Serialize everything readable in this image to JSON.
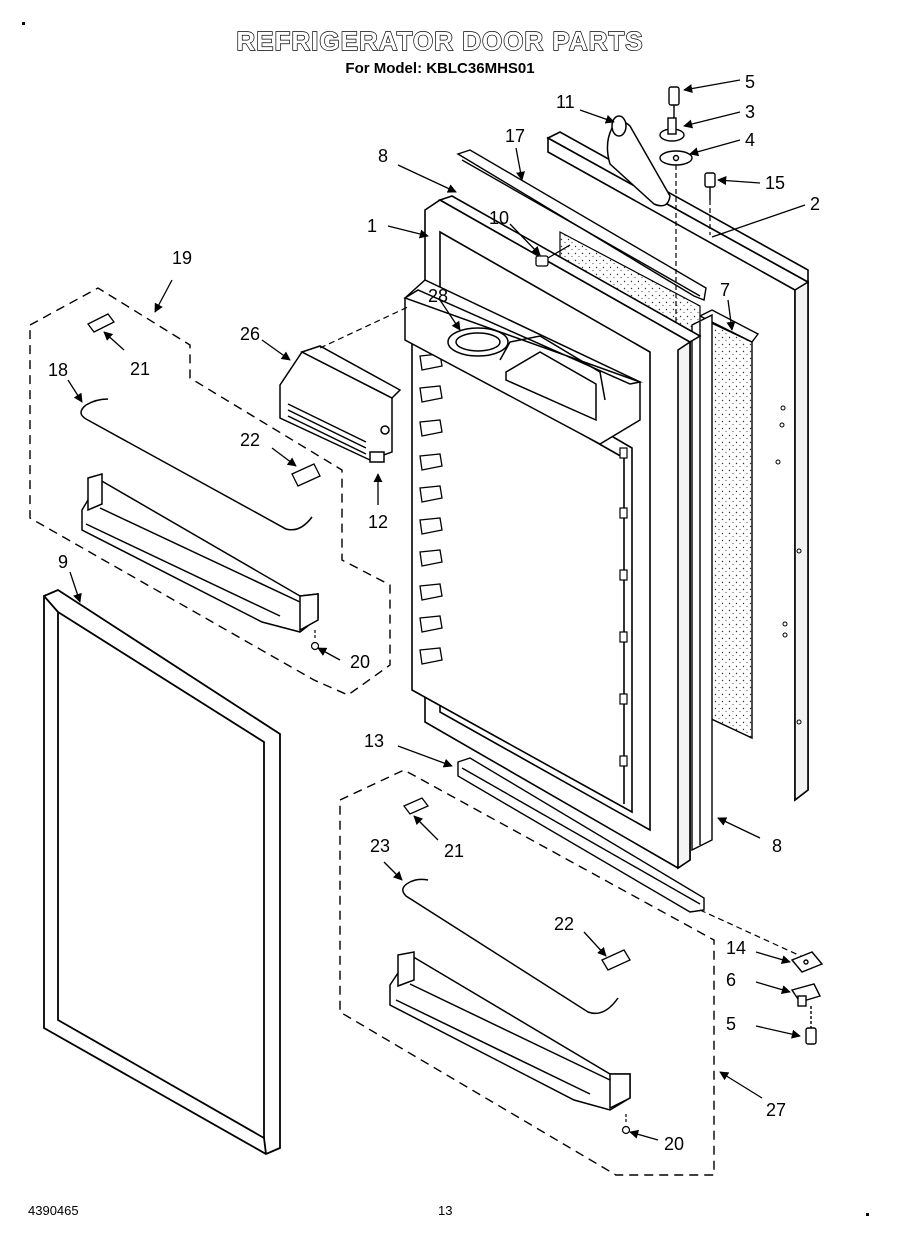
{
  "header": {
    "title": "REFRIGERATOR DOOR PARTS",
    "model_line": "For Model: KBLC36MHS01"
  },
  "footer": {
    "doc_number": "4390465",
    "page_number": "13"
  },
  "callouts": [
    "1",
    "2",
    "3",
    "4",
    "5",
    "6",
    "7",
    "8",
    "9",
    "10",
    "11",
    "12",
    "13",
    "14",
    "15",
    "17",
    "18",
    "19",
    "20",
    "21",
    "22",
    "23",
    "26",
    "27",
    "28"
  ]
}
